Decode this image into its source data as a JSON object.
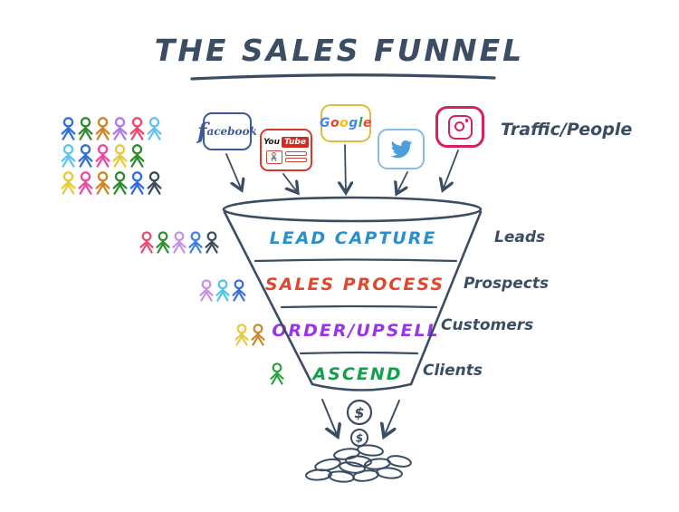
{
  "title": "THE SALES FUNNEL",
  "labels": {
    "traffic": "Traffic/People"
  },
  "colors": {
    "ink": "#3a4d63"
  },
  "funnel": {
    "stages": [
      {
        "label": "LEAD CAPTURE",
        "color": "#2b8fce",
        "side_label": "Leads"
      },
      {
        "label": "SALES PROCESS",
        "color": "#e0482e",
        "side_label": "Prospects"
      },
      {
        "label": "ORDER/UPSELL",
        "color": "#9b33e8",
        "side_label": "Customers"
      },
      {
        "label": "ASCEND",
        "color": "#169e4f",
        "side_label": "Clients"
      }
    ]
  },
  "sources": {
    "facebook": {
      "name": "Facebook",
      "initial": "f",
      "rest": "acebook",
      "color": "#3d5a96"
    },
    "youtube": {
      "name": "YouTube",
      "you": "You",
      "tube": "Tube",
      "color": "#d6382a"
    },
    "google": {
      "name": "Google",
      "border": "#e5b93c",
      "letters": [
        {
          "ch": "G",
          "color": "#4285f4"
        },
        {
          "ch": "o",
          "color": "#ea4335"
        },
        {
          "ch": "o",
          "color": "#fbbc05"
        },
        {
          "ch": "g",
          "color": "#4285f4"
        },
        {
          "ch": "l",
          "color": "#34a853"
        },
        {
          "ch": "e",
          "color": "#ea4335"
        }
      ]
    },
    "twitter": {
      "name": "Twitter",
      "color": "#4aa0dc",
      "border": "#85bce8"
    },
    "instagram": {
      "name": "Instagram",
      "color": "#d6215f"
    }
  },
  "crowd_rows": [
    [
      "#2f6fd6",
      "#2e8b2e",
      "#c9862b",
      "#b07ae8",
      "#e84a6f",
      "#62c3f0"
    ],
    [
      "#62c3f0",
      "#2f6fd6",
      "#ea4aa0",
      "#e7c93c",
      "#2e8b2e"
    ],
    [
      "#e7c93c",
      "#ea4aa0",
      "#c9862b",
      "#2e8b2e",
      "#2f6fd6",
      "#3b4a5e"
    ]
  ],
  "level_figures": [
    [
      "#e84a6f",
      "#2e8b2e",
      "#c88fe8",
      "#3f7fe0",
      "#3b4a5e"
    ],
    [
      "#c88fe8",
      "#4ec3ea",
      "#3a6fd0"
    ],
    [
      "#e7c93c",
      "#c9862b"
    ],
    [
      "#2e9e3e"
    ]
  ],
  "money": {
    "dollar": "$"
  }
}
